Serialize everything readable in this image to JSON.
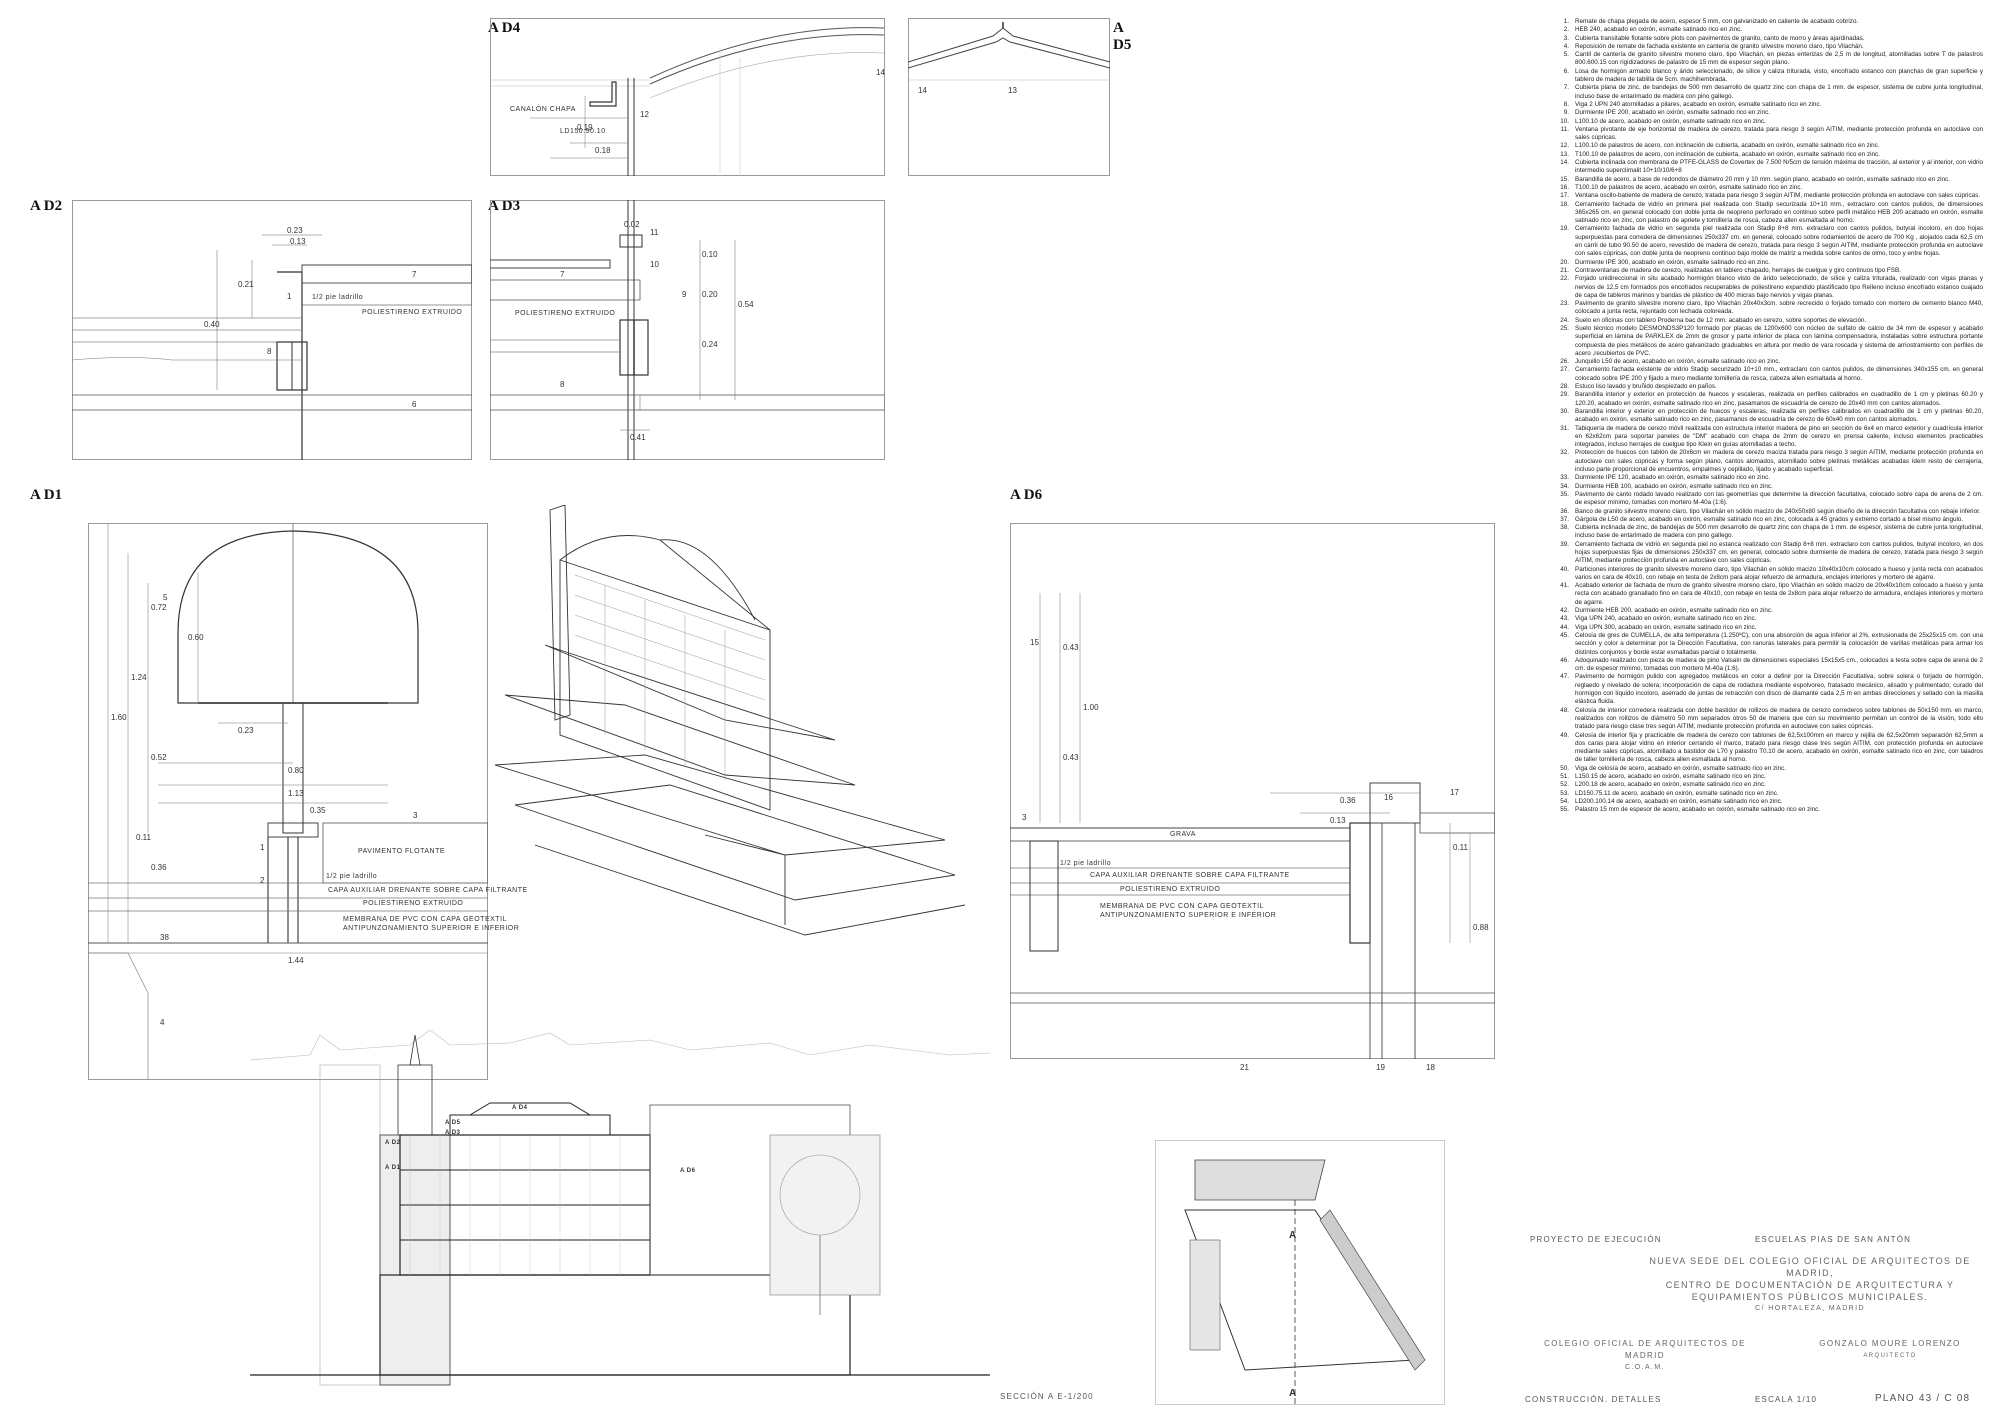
{
  "details": {
    "ad4": {
      "title": "A D4",
      "label_canalon": "CANALÓN CHAPA",
      "label_ld": "LD150.90.10",
      "dim_a": "0.18",
      "dim_b": "0.19",
      "mark_12": "12",
      "mark_14": "14"
    },
    "ad5": {
      "title": "A D5",
      "mark_13": "13",
      "mark_14": "14"
    },
    "ad2": {
      "title": "A D2",
      "dim_023": "0.23",
      "dim_013": "0.13",
      "dim_021": "0.21",
      "dim_040": "0.40",
      "label_poliestireno": "POLIESTIRENO EXTRUIDO",
      "label_pie": "1/2 pie ladrillo",
      "mark_7": "7",
      "mark_8": "8",
      "mark_6": "6",
      "mark_1": "1"
    },
    "ad3": {
      "title": "A D3",
      "label_poliestireno": "POLIESTIRENO EXTRUIDO",
      "dim_010": "0.10",
      "dim_020": "0.20",
      "dim_024": "0.24",
      "dim_054": "0.54",
      "dim_041": "0.41",
      "dim_002": "0.02",
      "mark_7": "7",
      "mark_9": "9",
      "mark_8": "8",
      "mark_11": "11",
      "mark_10": "10"
    },
    "ad1": {
      "title": "A D1",
      "dim_060": "0.60",
      "dim_072": "0.72",
      "dim_124": "1.24",
      "dim_160": "1.60",
      "dim_052": "0.52",
      "dim_023": "0.23",
      "dim_080": "0.80",
      "dim_113": "1.13",
      "dim_035": "0.35",
      "dim_011": "0.11",
      "dim_036": "0.36",
      "dim_144": "1.44",
      "label_pavimento": "PAVIMENTO FLOTANTE",
      "label_capa": "CAPA AUXILIAR DRENANTE SOBRE CAPA FILTRANTE",
      "label_poliestireno": "POLIESTIRENO EXTRUIDO",
      "label_membrana1": "MEMBRANA DE PVC CON CAPA GEOTEXTIL",
      "label_membrana2": "ANTIPUNZONAMIENTO SUPERIOR E INFERIOR",
      "label_pie": "1/2 pie ladrillo",
      "mark_5": "5",
      "mark_1": "1",
      "mark_2": "2",
      "mark_3": "3",
      "mark_4": "4",
      "mark_38": "38"
    },
    "ad6": {
      "title": "A D6",
      "dim_043a": "0.43",
      "dim_043b": "0.43",
      "dim_100": "1.00",
      "dim_036": "0.36",
      "dim_013": "0.13",
      "dim_011": "0.11",
      "dim_088": "0.88",
      "label_grava": "GRAVA",
      "label_capa": "CAPA AUXILIAR DRENANTE SOBRE CAPA FILTRANTE",
      "label_poliestireno": "POLIESTIRENO EXTRUIDO",
      "label_membrana1": "MEMBRANA DE PVC CON CAPA GEOTEXTIL",
      "label_membrana2": "ANTIPUNZONAMIENTO SUPERIOR E INFERIOR",
      "label_pie": "1/2 pie ladrillo",
      "mark_15": "15",
      "mark_16": "16",
      "mark_17": "17",
      "mark_3": "3",
      "mark_21": "21",
      "mark_19": "19",
      "mark_18": "18"
    }
  },
  "section": {
    "labels": [
      "A D4",
      "A D5",
      "A D3",
      "A D2",
      "A D1",
      "A D6"
    ],
    "caption": "SECCIÓN A   E-1/200"
  },
  "plan": {
    "mark_a_top": "A",
    "mark_a_bottom": "A"
  },
  "notes": [
    {
      "n": "1.",
      "t": "Remate de chapa plegada de acero, espesor 5 mm, con galvanizado en caliente de acabado cobrizo."
    },
    {
      "n": "2.",
      "t": "HEB 240, acabado en oxirón, esmalte satinado rico en zinc."
    },
    {
      "n": "3.",
      "t": "Cubierta transitable flotante sobre plots con pavimentos de granito, canto de morro y áreas ajardinadas."
    },
    {
      "n": "4.",
      "t": "Reposición de remate de fachada existente en cantería de granito silvestre moreno claro, tipo Vilachán."
    },
    {
      "n": "5.",
      "t": "Cantil de cantería de granito silvestre moreno claro, tipo Vilachán, en piezas enterizas de 2,5 m de longitud, atornilladas sobre T de palastros 800.600.15 con rigidizadores de palastro de 15 mm de espesor según plano."
    },
    {
      "n": "6.",
      "t": "Losa de hormigón armado blanco y árido seleccionado, de sílice y caliza triturada, visto, encofrado estanco con planchas de gran superficie y tablero de madera de tablilla de 5cm. machihembrada."
    },
    {
      "n": "7.",
      "t": "Cubierta plana de zinc, de bandejas de 500 mm desarrollo de quartz zinc con chapa de 1 mm. de espesor, sistema de cubre junta longitudinal, incluso base de entarimado de madera con pino gallego."
    },
    {
      "n": "8.",
      "t": "Viga 2 UPN 240 atornilladas a pilares, acabado en oxirón, esmalte satinado rico en zinc."
    },
    {
      "n": "9.",
      "t": "Durmiente IPE 200, acabado en oxirón, esmalte satinado rico en zinc."
    },
    {
      "n": "10.",
      "t": "L100.10 de acero, acabado en oxirón, esmalte satinado rico en zinc."
    },
    {
      "n": "11.",
      "t": "Ventana pivotante de eje horizontal de madera de cerezo, tratada para riesgo 3 según AITIM, mediante protección profunda en autoclave con sales cúpricas."
    },
    {
      "n": "12.",
      "t": "L100.10 de palastros de acero, con inclinación de cubierta, acabado en oxirón, esmalte satinado rico en zinc."
    },
    {
      "n": "13.",
      "t": "T100.10 de palastros de acero, con inclinación de cubierta, acabado en oxirón, esmalte satinado rico en zinc."
    },
    {
      "n": "14.",
      "t": "Cubierta inclinada con membrana de PTFE-GLASS de Covertex de 7.500 N/5cm de tensión máxima de tracción, al exterior y al interior, con vidrio intermedio superclimalit 10+10/10/6+8"
    },
    {
      "n": "15.",
      "t": "Barandilla de acero, a base de redondos de diámetro 20 mm y 10 mm. según plano, acabado en oxirón, esmalte satinado rico en zinc."
    },
    {
      "n": "16.",
      "t": "T100.10 de palastros de acero, acabado en oxirón, esmalte satinado rico en zinc."
    },
    {
      "n": "17.",
      "t": "Ventana oscilo-batiente de madera de cerezo, tratada para riesgo 3 según AITIM, mediante protección profunda en autoclave con sales cúpricas."
    },
    {
      "n": "18.",
      "t": "Cerramiento fachada de vidrio en primera piel realizada con Stadip securizada 10+10 mm., extraclaro con cantos pulidos, de dimensiones 365x265 cm. en general colocado con doble junta de neopreno perforado en continuo sobre perfil metálico HEB 200 acabado en oxirón, esmalte satinado rico en zinc, con palastro de apriete y tornillería de rosca, cabeza allen esmaltada al horno."
    },
    {
      "n": "19.",
      "t": "Cerramiento fachada de vidrio en segunda piel realizada con Stadip 8+8 mm. extraclaro con cantos pulidos, butyral incoloro, en dos hojas superpuestas para corredera de dimensiones 250x337 cm. en general, colocado sobre rodamientos de acero de 700 Kg , alojados cada 62,5 cm en carril de tubo 90.50 de acero, revestido de madera de cerezo, tratada para riesgo 3 según AITIM, mediante protección profunda en autoclave con sales cúpricas, con doble junta de neopreno continuo bajo molde de matriz a medida sobre cantos de olmo, toco y entre hojas."
    },
    {
      "n": "20.",
      "t": "Durmiente IPE 300, acabado en oxirón, esmalte satinado rico en zinc."
    },
    {
      "n": "21.",
      "t": "Contraventanas de madera de cerezo, realizadas en tablero chapado, herrajes de cuelgue y giro continuos tipo FSB."
    },
    {
      "n": "22.",
      "t": "Forjado unidireccional in situ acabado hormigón blanco visto de árido seleccionado, de sílice y caliza triturada, realizado con vigas planas y nervios de 12,5 cm formados pos encofrados recuperables de poliestireno expandido plastificado tipo Relleno incluso encofrado estanco cuajado de capa de tableros marinos y bandas de plástico de 400 micras bajo nervios y vigas planas."
    },
    {
      "n": "23.",
      "t": "Pavimento de granito silvestre moreno claro, tipo Vilachán 20x40x3cm. sobre recrecido o forjado tomado con mortero de cemento blanco M40, colocado a junta recta, rejuntado con lechada coloreada."
    },
    {
      "n": "24.",
      "t": "Suelo en oficinas con tablero Proderna bac de 12 mm. acabado en cerezo, sobre soportes de elevación."
    },
    {
      "n": "25.",
      "t": "Suelo técnico modelo DESMONDS3P120 formado por placas de 1200x600 con núcleo de sulfato de calcio de 34 mm de espesor y acabado superficial en lámina de PARKLEX de 2mm de grosor y parte inferior de placa con lámina compensadora, instaladas sobre estructura portante compuesta de pies metálicos de acero galvanizado graduables en altura por medio de vara roscada y sistema de arriostramiento con perfiles de acero ,recubiertos de PVC."
    },
    {
      "n": "26.",
      "t": "Junquillo L50 de acero, acabado en oxirón, esmalte satinado rico en zinc."
    },
    {
      "n": "27.",
      "t": "Cerramiento fachada existente de vidrio Stadip securizado 10+10 mm., extraclaro con cantos pulidos, de dimensiones 340x155 cm. en general colocado sobre IPE 200 y fijado a muro mediante tornillería de rosca, cabeza allen esmaltada al horno."
    },
    {
      "n": "28.",
      "t": "Estuco liso lavado y bruñido despiezado en paños."
    },
    {
      "n": "29.",
      "t": "Barandilla interior y exterior en protección de huecos y escaleras, realizada en perfiles calibrados en cuadradillo de 1 cm y pletinas 60.20 y 120.20, acabado en oxirón, esmalte satinado rico en zinc, pasamanos de escuadría de cerezo de 20x40 mm con cantos alomados."
    },
    {
      "n": "30.",
      "t": "Barandilla interior y exterior en protección de huecos y escaleras, realizada en perfiles calibrados en cuadradillo de 1 cm y pletinas 60.20, acabado en oxirón, esmalte satinado rico en zinc, pasamanos de escuadría de cerezo de 60x40 mm con cantos alomados."
    },
    {
      "n": "31.",
      "t": "Tabiquería de madera de cerezo móvil realizada con estructura interior madera de pino en sección de 6x4 en marco exterior y cuadrícula interior en 62x62cm para soportar paneles de \"DM\" acabado con chapa de 2mm de cerezo en prensa caliente, incluso elementos practicables integrados, incluso herrajes de cuelgue tipo Klein en guías atornilladas a techo."
    },
    {
      "n": "32.",
      "t": "Protección de huecos con tablón de 20x6cm en madera de cerezo maciza tratada para riesgo 3 según AITIM, mediante protección profunda en autoclave con sales cúpricas y forma según plano, cantos alomados, atornillado sobre pletinas metálicas acabadas ídem resto de cerrajería, incluso parte proporcional de encuentros, empalmes y cepillado, lijado y acabado superficial."
    },
    {
      "n": "33.",
      "t": "Durmiente IPE 120, acabado en oxirón, esmalte satinado rico en zinc."
    },
    {
      "n": "34.",
      "t": "Durmiente HEB 100, acabado en oxirón, esmalte satinado rico en zinc."
    },
    {
      "n": "35.",
      "t": "Pavimento de canto rodado lavado realizado con las geometrías que determine la dirección facultativa, colocado sobre capa de arena de 2 cm. de espesor mínimo, tomadas con mortero M-40a (1:6)."
    },
    {
      "n": "36.",
      "t": "Banco de granito silvestre moreno claro, tipo Vilachán en sólido macizo de 240x50x80 según diseño de la dirección facultativa con rebaje inferior."
    },
    {
      "n": "37.",
      "t": "Gárgola de L50 de acero, acabado en oxirón, esmalte satinado rico en zinc, colocada a 45 grados y extremo cortado a bisel mismo ángulo."
    },
    {
      "n": "38.",
      "t": "Cubierta inclinada de zinc, de bandejas de 500 mm desarrollo de quartz zinc con chapa de 1 mm. de espesor, sistema de cubre junta longitudinal, incluso base de entarimado de madera con pino gallego."
    },
    {
      "n": "39.",
      "t": "Cerramiento fachada de vidrio en segunda piel no estanca realizado con Stadip 8+8 mm. extraclaro con cantos pulidos, butyral incoloro, en dos hojas superpuestas fijas de dimensiones 250x337 cm. en general, colocado sobre durmiente de madera de cerezo, tratada para riesgo 3 según AITIM, mediante protección profunda en autoclave con sales cúpricas."
    },
    {
      "n": "40.",
      "t": "Particiones interiores de granito silvestre moreno claro, tipo Vilachán en sólido macizo 10x40x10cm colocado a hueso y junta recta con acabados varios en cara de 40x10, con rebaje en testa de 2x8cm para alojar refuerzo de armadura, enclajes interiores y mortero de agarre."
    },
    {
      "n": "41.",
      "t": "Acabado exterior de fachada de muro de granito silvestre moreno claro, tipo Vilachán en sólido macizo de 20x40x10cm colocado a hueso y junta recta con acabado granallado fino en cara de 40x10, con rebaje en testa de 2x8cm para alojar refuerzo de armadura, enclajes interiores y mortero de agarre."
    },
    {
      "n": "42.",
      "t": "Durmiente HEB 200, acabado en oxirón, esmalte satinado rico en zinc."
    },
    {
      "n": "43.",
      "t": "Viga UPN 240, acabado en oxirón, esmalte satinado rico en zinc."
    },
    {
      "n": "44.",
      "t": "Viga UPN 300, acabado en oxirón, esmalte satinado rico en zinc."
    },
    {
      "n": "45.",
      "t": "Celosía de gres de CUMELLA, de alta temperatura (1.250ºC), con una absorción de agua inferior al 2%, extrusionada de 25x25x15 cm. con una sección y color a determinar por la Dirección Facultativa, con ranuras laterales para permitir la colocación de varillas metálicas para armar los distintos conjuntos y borde estar esmaltadas parcial o totalmente."
    },
    {
      "n": "46.",
      "t": "Adoquinado realizado con pieza de madera de pino Valsaín de dimensiones especiales 15x15x5 cm., colocados a testa sobre capa de arena de 2 cm. de espesor mínimo, tomadas con mortero M-40a (1:6)."
    },
    {
      "n": "47.",
      "t": "Pavimento de hormigón pulido con agregados metálicos en color a definir por la Dirección Facultativa, sobre solera o forjado de hormigón, reglaedo y nivelado de solera; incorporación de capa de rodadura mediante espolvoreo, fratasado mecánico, alisado y pulimentado; curado del hormigón con líquido incoloro, aserrado de juntas de retracción con disco de diamante cada 2,5 m en ambas direcciones y sellado con la masilla elástica fluida."
    },
    {
      "n": "48.",
      "t": "Celosía de interior corredera realizada con doble bastidor de rollizos de madera de cerezo correderos sobre tablones de 50x150 mm. en marco, realizados con rollizos de diámetro 50 mm separados otros 50 de manera que con su movimiento permitan un control de la visión, todo ello tratado para riesgo clase tres según AITIM, mediante protección profunda en autoclave con sales cúpricas."
    },
    {
      "n": "49.",
      "t": "Celosía de interior fija y practicable de madera de cerezo con tablones de 62,5x100mm en marco y rejilla de 62,5x20mm separación 62,5mm a dos caras para alojar vidrio en interior cerrando el marco, tratado para riesgo clase tres según AITIM, con protección profunda en autoclave mediante sales cúpricas, atornillado a bastidor de L70 y palastro T0.10 de acero, acabado en oxirón, esmalte satinado rico en zinc, con taladros de taller tornillería de rosca, cabeza allen esmaltada al horno."
    },
    {
      "n": "50.",
      "t": "Viga de celosía de acero, acabado en oxirón, esmalte satinado rico en zinc."
    },
    {
      "n": "51.",
      "t": "L150.15 de acero, acabado en oxirón, esmalte satinado rico en zinc."
    },
    {
      "n": "52.",
      "t": "L200.18 de acero, acabado en oxirón, esmalte satinado rico en zinc."
    },
    {
      "n": "53.",
      "t": "LD150.75.11 de acero, acabado en oxirón, esmalte satinado rico en zinc."
    },
    {
      "n": "54.",
      "t": "LD200.100.14 de acero, acabado en oxirón, esmalte satinado rico en zinc."
    },
    {
      "n": "55.",
      "t": "Palastro 15 mm de espesor de acero, acabado en oxirón, esmalte satinado rico en zinc."
    }
  ],
  "title_block": {
    "phase": "PROYECTO DE EJECUCIÓN",
    "project": "ESCUELAS PIAS DE SAN ANTÓN",
    "line1": "NUEVA SEDE DEL COLEGIO OFICIAL DE ARQUITECTOS DE MADRID,",
    "line2": "CENTRO DE DOCUMENTACIÓN DE ARQUITECTURA Y",
    "line3": "EQUIPAMIENTOS PÚBLICOS MUNICIPALES.",
    "address": "C/ HORTALEZA, MADRID",
    "client": "COLEGIO OFICIAL DE ARQUITECTOS DE MADRID",
    "client_abbr": "C.O.A.M.",
    "architect": "GONZALO MOURE LORENZO",
    "architect_role": "ARQUITECTO",
    "sheet_title": "CONSTRUCCIÓN. DETALLES",
    "scale": "ESCALA 1/10",
    "plan_number": "PLANO 43 / C 08"
  }
}
